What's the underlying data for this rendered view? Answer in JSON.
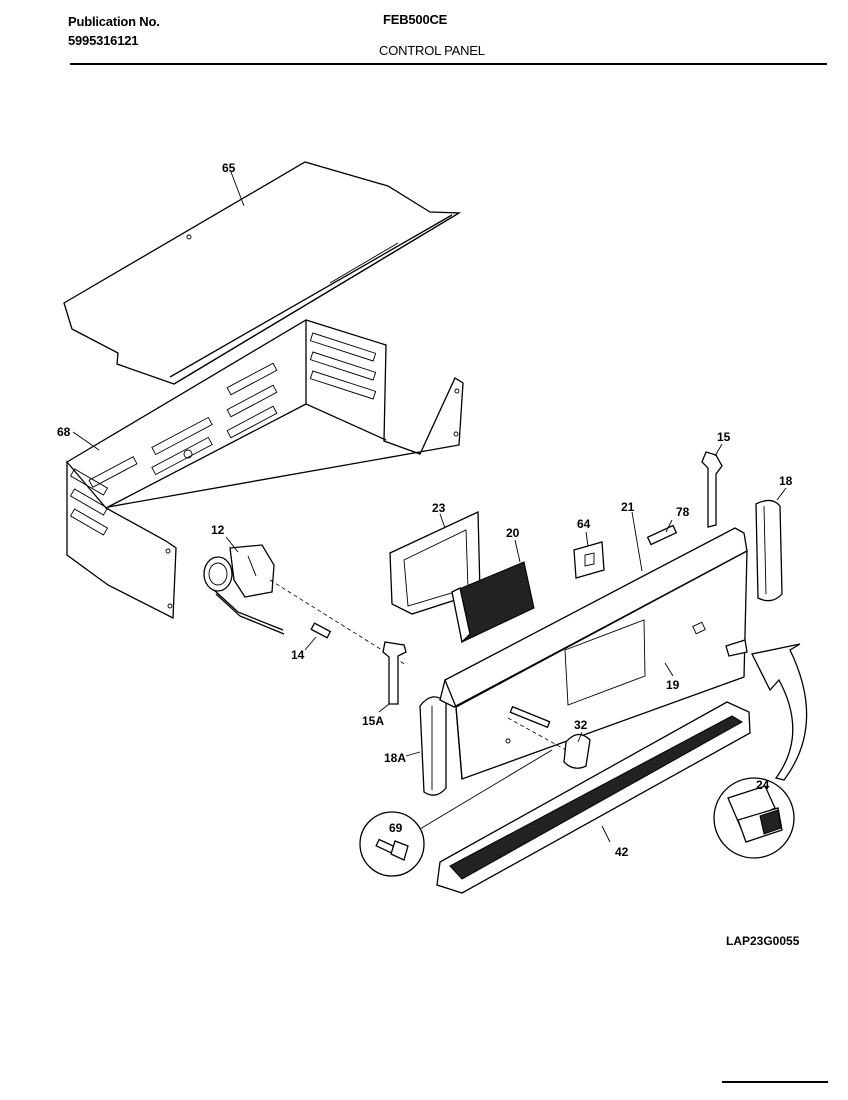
{
  "header": {
    "publication_label": "Publication No.",
    "publication_number": "5995316121",
    "model": "FEB500CE",
    "section": "CONTROL PANEL"
  },
  "diagram": {
    "callouts": {
      "p65": "65",
      "p68": "68",
      "p12": "12",
      "p14": "14",
      "p15": "15",
      "p15a": "15A",
      "p18": "18",
      "p18a": "18A",
      "p19": "19",
      "p20": "20",
      "p21": "21",
      "p23": "23",
      "p24": "24",
      "p32": "32",
      "p42": "42",
      "p64": "64",
      "p69": "69",
      "p78": "78"
    },
    "code": "LAP23G0055"
  }
}
